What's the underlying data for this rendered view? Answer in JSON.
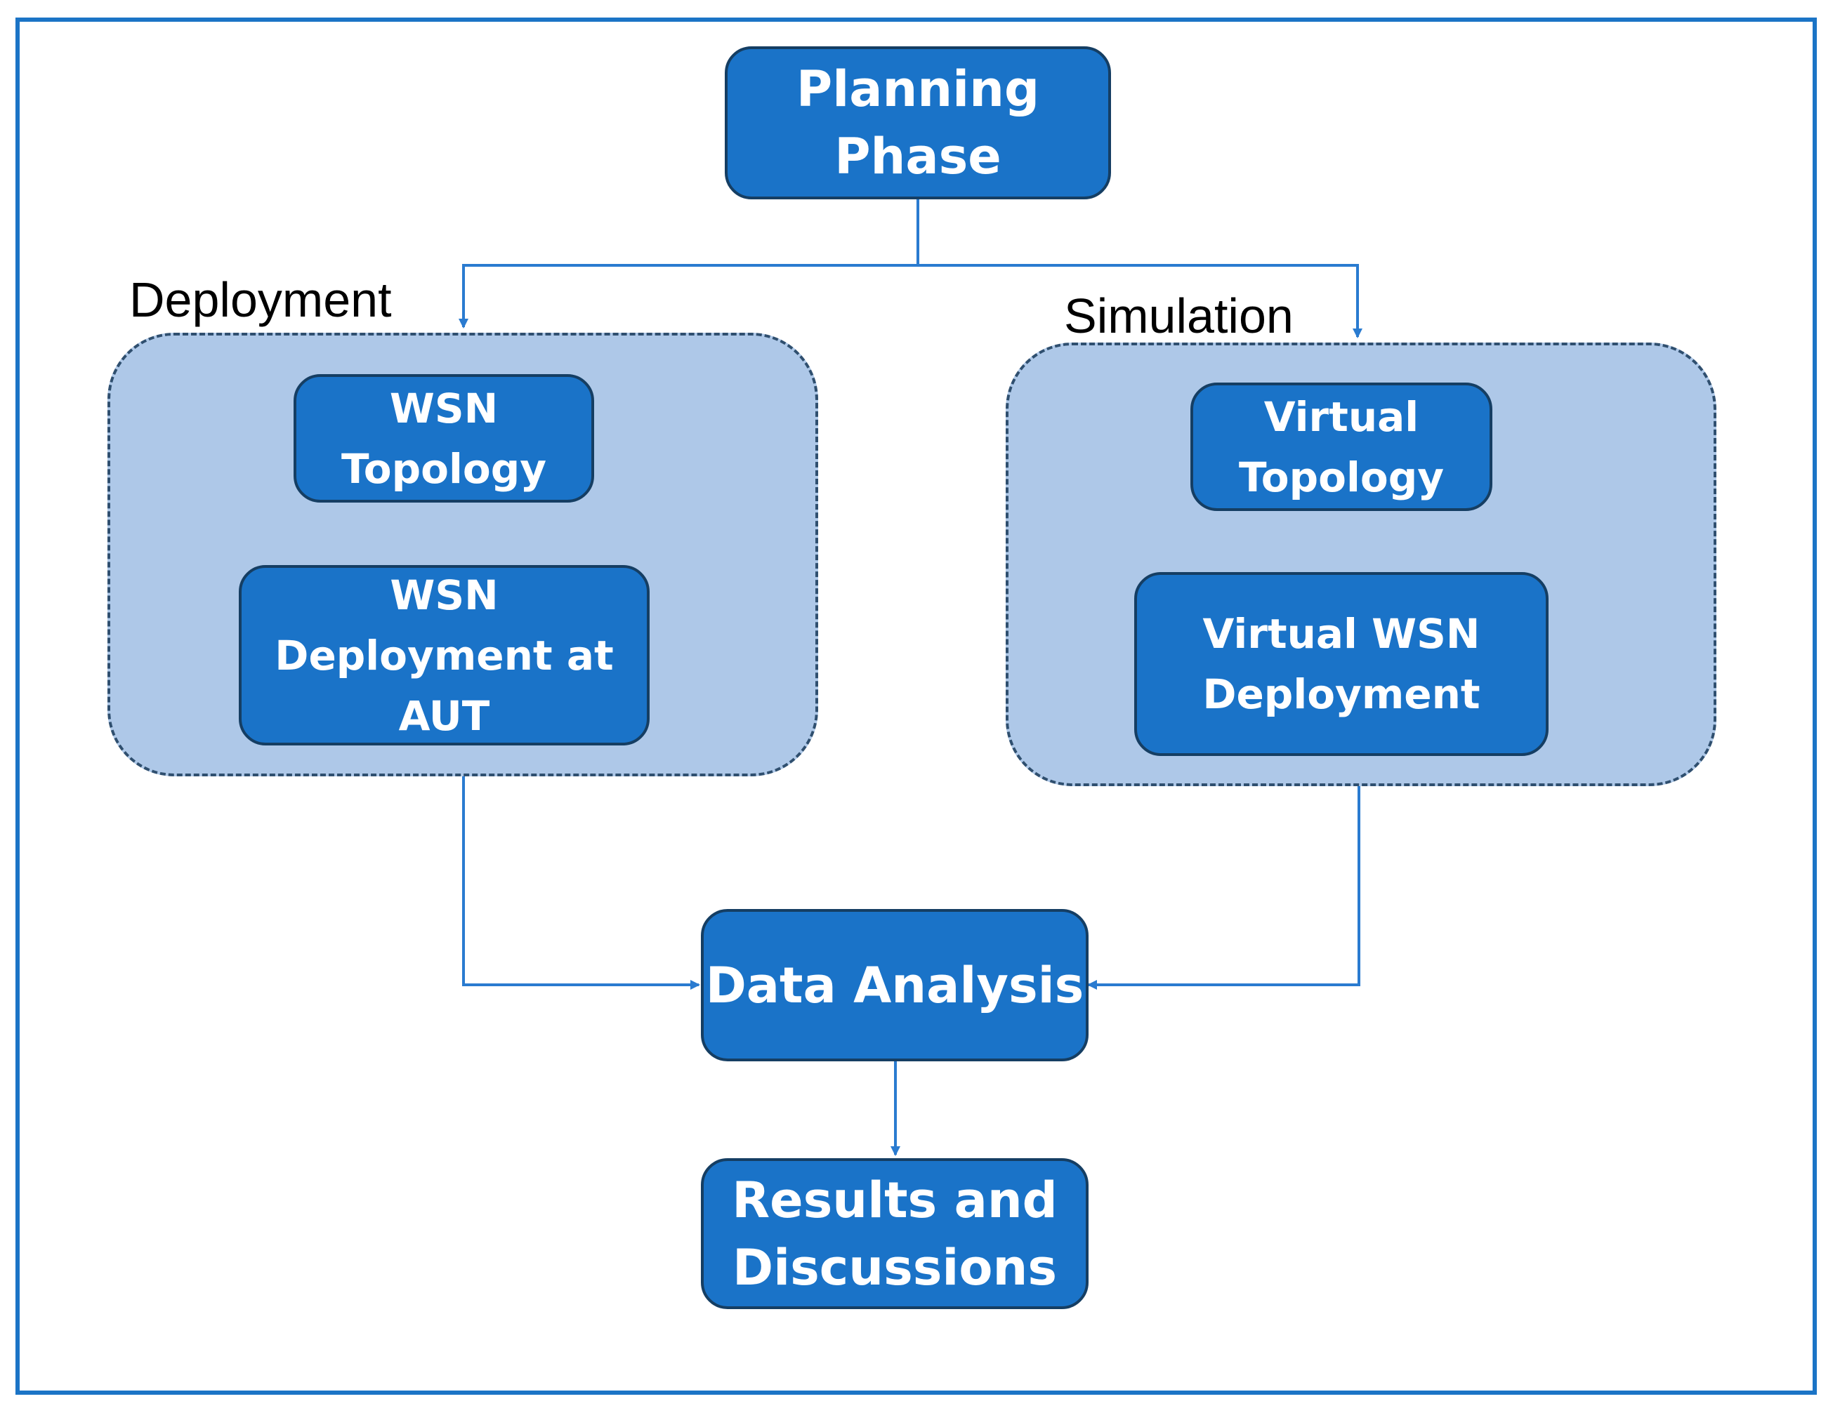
{
  "diagram": {
    "nodes": {
      "planning": "Planning\nPhase",
      "wsn_topology": "WSN\nTopology",
      "wsn_deployment": "WSN\nDeployment at\nAUT",
      "virtual_topology": "Virtual\nTopology",
      "virtual_deployment": "Virtual WSN\nDeployment",
      "data_analysis": "Data Analysis",
      "results": "Results and\nDiscussions"
    },
    "groups": {
      "deployment": "Deployment",
      "simulation": "Simulation"
    },
    "colors": {
      "frame": "#1b74c6",
      "node_fill": "#1a73c8",
      "node_border": "#153e63",
      "group_fill": "#aec8e8",
      "connector": "#2a7bd0"
    }
  }
}
